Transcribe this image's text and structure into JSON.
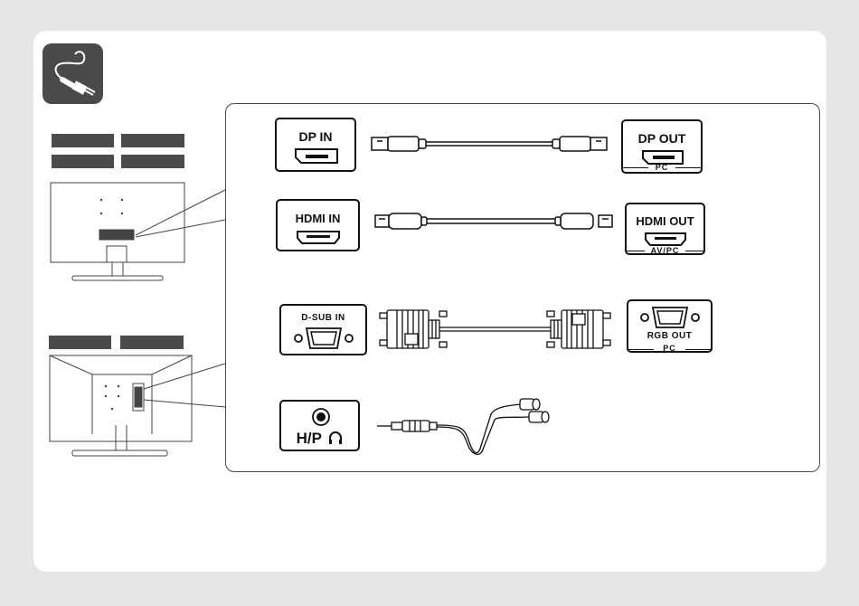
{
  "ports": {
    "dp_in": "DP IN",
    "dp_out": "DP OUT",
    "dp_out_sub": "PC",
    "hdmi_in": "HDMI IN",
    "hdmi_out": "HDMI OUT",
    "hdmi_out_sub": "AV/PC",
    "dsub_in": "D-SUB IN",
    "rgb_out": "RGB OUT",
    "rgb_out_sub": "PC",
    "hp": "H/P"
  },
  "icons": {
    "header": "cable-connection-icon",
    "headphone": "headphone-icon"
  },
  "colors": {
    "background": "#e6e6e6",
    "card": "#ffffff",
    "icon_bg": "#4a4a4a",
    "line": "#111111"
  }
}
